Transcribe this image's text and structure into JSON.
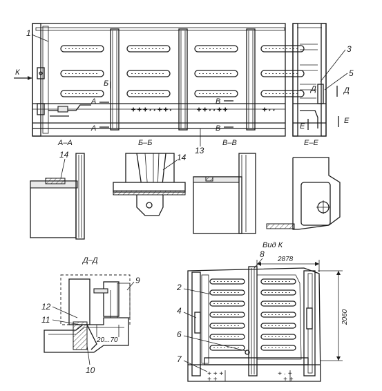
{
  "callouts": {
    "c1": "1",
    "c2": "2",
    "c3": "3",
    "c4": "4",
    "c5": "5",
    "c6": "6",
    "c7": "7",
    "c8": "8",
    "c9": "9",
    "c10": "10",
    "c11": "11",
    "c12": "12",
    "c13": "13",
    "c14a": "14",
    "c14b": "14"
  },
  "markers": {
    "K": "К",
    "A1": "А",
    "A2": "А",
    "B1": "Б",
    "V1": "В",
    "V2": "В",
    "D1": "Д",
    "D2": "Д",
    "E1": "Е",
    "E2": "Е"
  },
  "sections": {
    "aa": "А–А",
    "bb": "Б–Б",
    "vv": "В–В",
    "ee": "Е–Е",
    "dd": "Д–Д",
    "vid_k": "Вид К"
  },
  "dimensions": {
    "width": "2878",
    "height": "2060",
    "gap": "20...70"
  }
}
